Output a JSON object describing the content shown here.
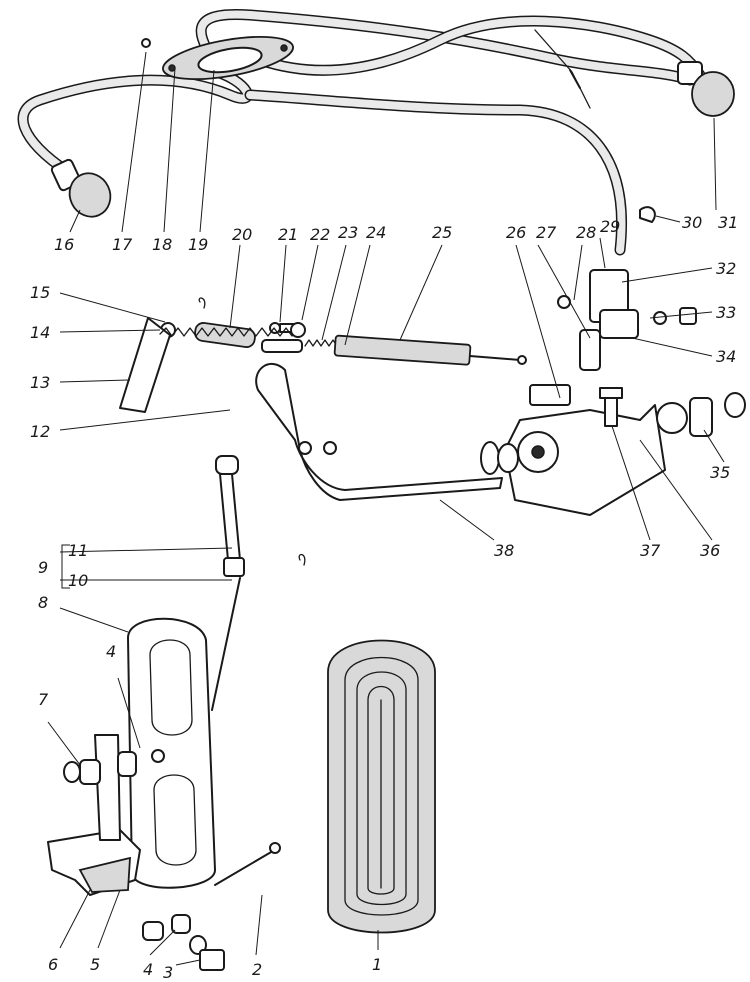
{
  "labels": {
    "n1": "1",
    "n2": "2",
    "n3": "3",
    "n4a": "4",
    "n4b": "4",
    "n5": "5",
    "n6": "6",
    "n7": "7",
    "n8": "8",
    "n9": "9",
    "n10": "10",
    "n11": "11",
    "n12": "12",
    "n13": "13",
    "n14": "14",
    "n15": "15",
    "n16": "16",
    "n17": "17",
    "n18": "18",
    "n19": "19",
    "n20": "20",
    "n21": "21",
    "n22": "22",
    "n23": "23",
    "n24": "24",
    "n25": "25",
    "n26": "26",
    "n27": "27",
    "n28": "28",
    "n29": "29",
    "n30": "30",
    "n31": "31",
    "n32": "32",
    "n33": "33",
    "n34": "34",
    "n35": "35",
    "n36": "36",
    "n37": "37",
    "n38": "38"
  }
}
